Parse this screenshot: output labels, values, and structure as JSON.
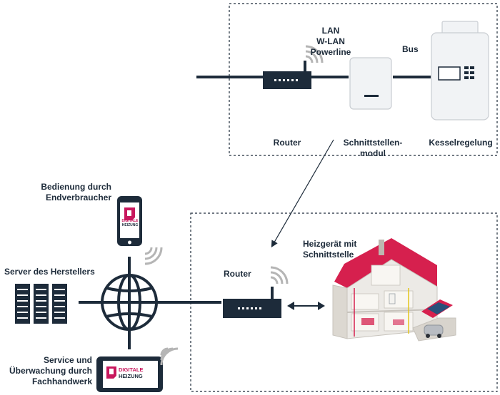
{
  "top_panel": {
    "connection_label_lines": [
      "LAN",
      "W-LAN",
      "Powerline"
    ],
    "bus_label": "Bus",
    "router_label": "Router",
    "module_label_lines": [
      "Schnittstellen-",
      "modul"
    ],
    "boiler_control_label": "Kesselregelung"
  },
  "bottom_panel": {
    "router_label": "Router",
    "heater_label_lines": [
      "Heizgerät mit",
      "Schnittstelle"
    ]
  },
  "left": {
    "enduser_label_lines": [
      "Bedienung durch",
      "Endverbraucher"
    ],
    "server_label": "Server des Herstellers",
    "service_label_lines": [
      "Service und",
      "Überwachung durch",
      "Fachhandwerk"
    ]
  },
  "logo": {
    "line1": "DIGITALE",
    "line2": "HEIZUNG"
  },
  "colors": {
    "navy": "#1d2b3a",
    "brand_magenta": "#c8175d",
    "wifi_gray": "#b5b5b5",
    "roof_red": "#d6204e"
  }
}
